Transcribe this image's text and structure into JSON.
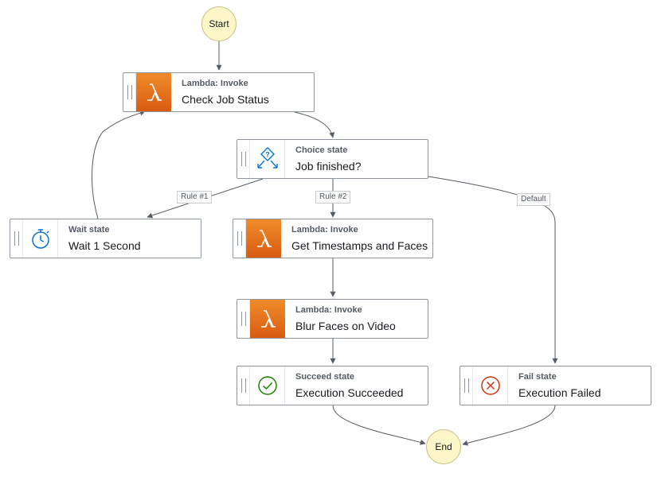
{
  "nodes": {
    "start": {
      "label": "Start"
    },
    "check_job_status": {
      "type": "Lambda: Invoke",
      "name": "Check Job Status",
      "icon": "lambda-icon"
    },
    "job_finished": {
      "type": "Choice state",
      "name": "Job finished?",
      "icon": "choice-icon"
    },
    "wait": {
      "type": "Wait state",
      "name": "Wait 1 Second",
      "icon": "stopwatch-icon"
    },
    "get_timestamps": {
      "type": "Lambda: Invoke",
      "name": "Get Timestamps and Faces",
      "icon": "lambda-icon"
    },
    "blur_faces": {
      "type": "Lambda: Invoke",
      "name": "Blur Faces on Video",
      "icon": "lambda-icon"
    },
    "succeeded": {
      "type": "Succeed state",
      "name": "Execution Succeeded",
      "icon": "check-circle-icon"
    },
    "failed": {
      "type": "Fail state",
      "name": "Execution Failed",
      "icon": "x-circle-icon"
    },
    "end": {
      "label": "End"
    }
  },
  "edge_labels": {
    "rule1": "Rule #1",
    "rule2": "Rule #2",
    "default": "Default"
  },
  "colors": {
    "terminal_fill": "#fdf6c8",
    "lambda_orange": "#e8751d",
    "choice_blue": "#0972d3",
    "succeed_green": "#1d8102",
    "fail_red": "#d13212",
    "edge": "#545b64"
  }
}
